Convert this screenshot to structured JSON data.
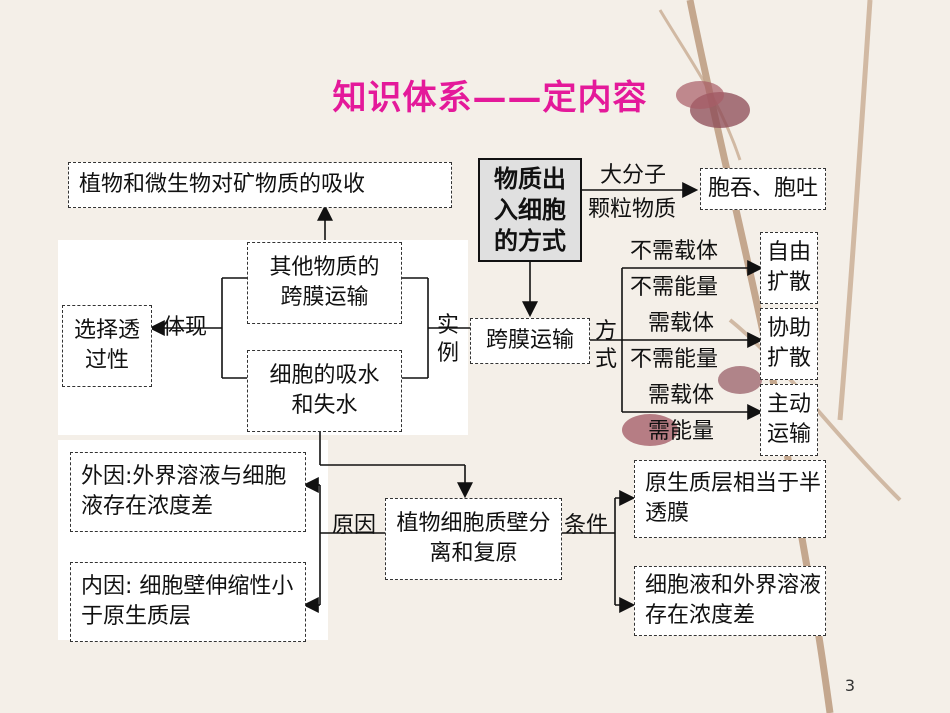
{
  "title": "知识体系——定内容",
  "page_number": "3",
  "nodes": {
    "mineral_absorption": "植物和微生物对矿物质的吸收",
    "other_substances": "其他物质的跨膜运输",
    "selective_permeability": "选择透过性",
    "embody": "体现",
    "cell_water": "细胞的吸水和失水",
    "example": "实例",
    "transmembrane": "跨膜运输",
    "ways": "方式",
    "header": "物质出入细胞的方式",
    "macromolecule": "大分子",
    "particle": "颗粒物质",
    "endocytosis": "胞吞、胞吐",
    "no_carrier": "不需载体",
    "no_energy": "不需能量",
    "free_diffusion": "自由扩散",
    "need_carrier_1": "需载体",
    "no_energy_2": "不需能量",
    "facilitated": "协助扩散",
    "need_carrier_2": "需载体",
    "need_energy": "需能量",
    "active": "主动运输",
    "external_cause": "外因:外界溶液与细胞液存在浓度差",
    "internal_cause": "内因: 细胞壁伸缩性小于原生质层",
    "cause": "原因",
    "plasmolysis": "植物细胞质壁分离和复原",
    "condition": "条件",
    "protoplast_layer": "原生质层相当于半透膜",
    "concentration_diff": "细胞液和外界溶液存在浓度差"
  }
}
